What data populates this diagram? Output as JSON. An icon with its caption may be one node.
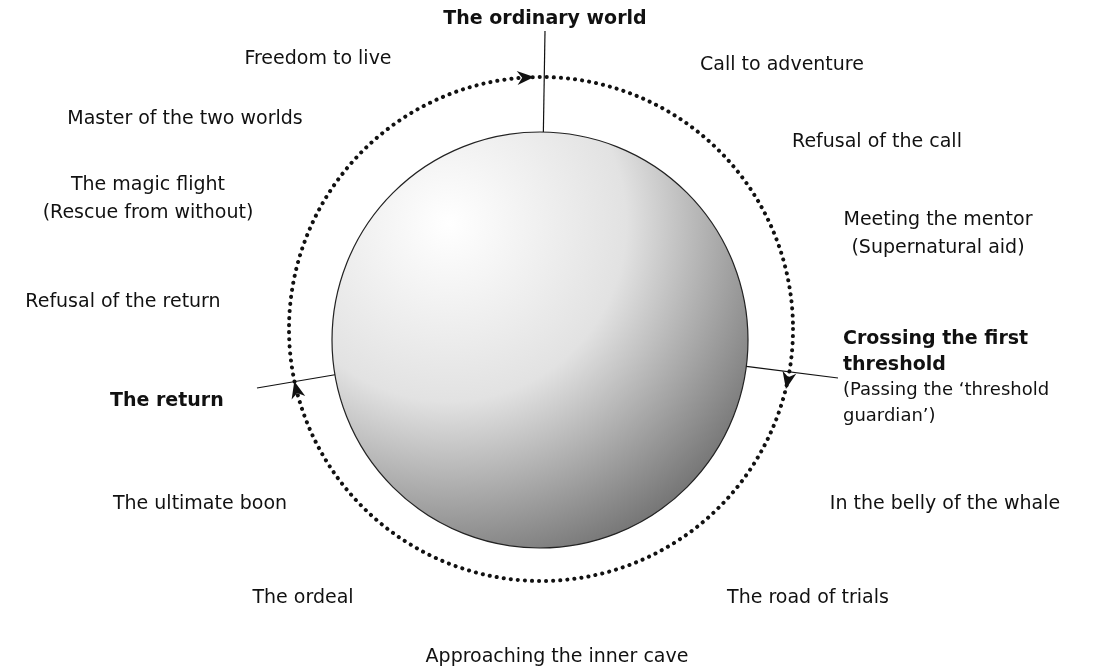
{
  "diagram": {
    "nodes": [
      {
        "text": [
          "The ordinary world"
        ]
      },
      {
        "text": [],
        "shape": "circle"
      },
      {
        "text": [
          "Crossing the first threshold",
          "(Passing the ‘threshold guardian’)"
        ]
      },
      {
        "text": [
          "The return"
        ]
      }
    ],
    "edges": [
      {
        "from": 0,
        "to": 1,
        "arrow": "none"
      },
      {
        "from": 2,
        "to": 1,
        "arrow": "none"
      },
      {
        "from": 3,
        "to": 1,
        "arrow": "none"
      }
    ],
    "labels": [
      "Freedom to live",
      "Call to adventure",
      "Master of the two worlds",
      "Refusal of the call",
      "The magic flight (Rescue from without)",
      "Meeting the mentor (Supernatural aid)",
      "Refusal of the return",
      "The ultimate boon",
      "In the belly of the whale",
      "The ordeal",
      "The road of trials",
      "Approaching the inner cave"
    ]
  }
}
